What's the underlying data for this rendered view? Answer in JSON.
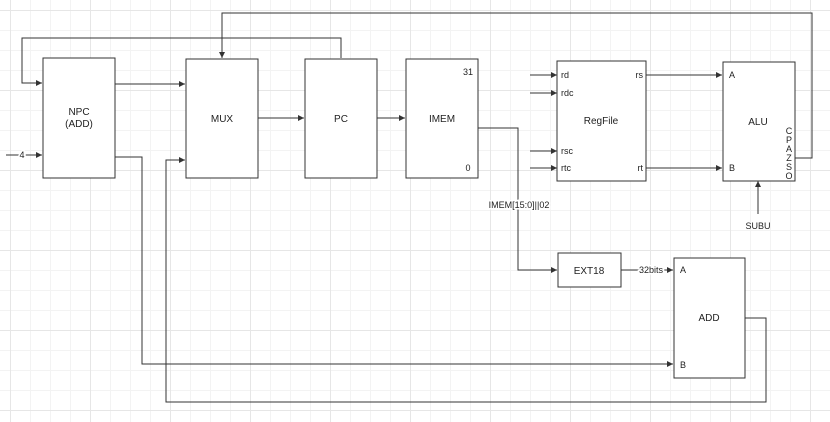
{
  "blocks": {
    "npc": {
      "line1": "NPC",
      "line2": "(ADD)"
    },
    "mux": "MUX",
    "pc": "PC",
    "imem": {
      "name": "IMEM",
      "top": "31",
      "bottom": "0"
    },
    "regfile": {
      "name": "RegFile",
      "rd": "rd",
      "rdc": "rdc",
      "rsc": "rsc",
      "rtc": "rtc",
      "rs": "rs",
      "rt": "rt"
    },
    "alu": {
      "name": "ALU",
      "a": "A",
      "b": "B",
      "flags": [
        "C",
        "P",
        "A",
        "Z",
        "S",
        "O"
      ]
    },
    "ext18": "EXT18",
    "add": {
      "name": "ADD",
      "a": "A",
      "b": "B"
    }
  },
  "labels": {
    "const_input": "4",
    "imem_field": "IMEM[15:0]||02",
    "bits": "32bits",
    "alu_op": "SUBU"
  }
}
